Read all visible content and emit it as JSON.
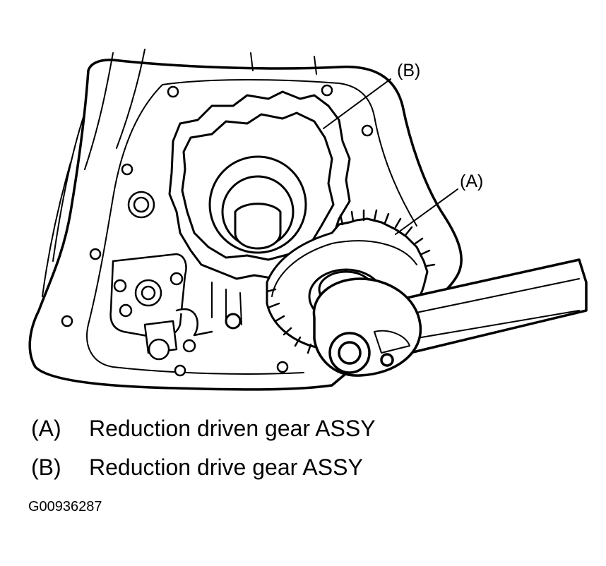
{
  "callouts": {
    "a": "(A)",
    "b": "(B)"
  },
  "legend": [
    {
      "key": "(A)",
      "label": "Reduction driven gear ASSY"
    },
    {
      "key": "(B)",
      "label": "Reduction drive gear ASSY"
    }
  ],
  "figure_id": "G00936287"
}
